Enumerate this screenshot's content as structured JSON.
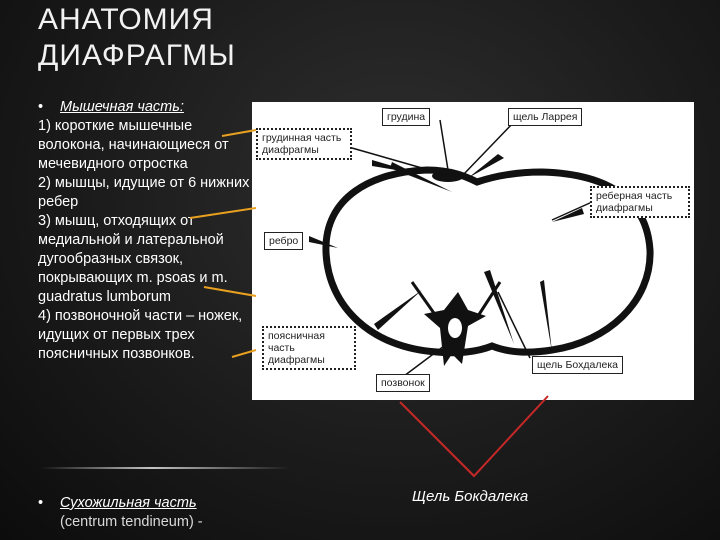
{
  "title": {
    "line1": "АНАТОМИЯ",
    "line2": "ДИАФРАГМЫ"
  },
  "text": {
    "bullet_glyph": "•",
    "muscular_heading": "Мышечная часть:",
    "items": [
      "1) короткие мышечные волокона, начинающиеся от мечевидного отростка",
      "2) мышцы, идущие от 6 нижних ребер",
      "3) мышц, отходящих от медиальной и латеральной дугообразных связок, покрывающих m. psoas и m. guadratus lumborum",
      "4) позвоночной части – ножек, идущих от первых трех поясничных позвонков."
    ],
    "tendon_heading": "Сухожильная часть",
    "tendon_latin": "(centrum tendineum) -"
  },
  "diagram": {
    "labels": {
      "sternum": "грудина",
      "larrey": "щель Ларрея",
      "sternal_part": "грудинная часть диафрагмы",
      "costal_part": "реберная часть диафрагмы",
      "rib": "ребро",
      "lumbar_part": "поясничная часть диафрагмы",
      "vertebra": "позвонок",
      "bochdalek": "щель Бохдалека"
    },
    "caption": "Щель Бокдалека"
  },
  "colors": {
    "background": "#1b1b1b",
    "text": "#ffffff",
    "pointer_orange": "#e8a020",
    "pointer_red": "#c62828",
    "diagram_ink": "#111111"
  }
}
